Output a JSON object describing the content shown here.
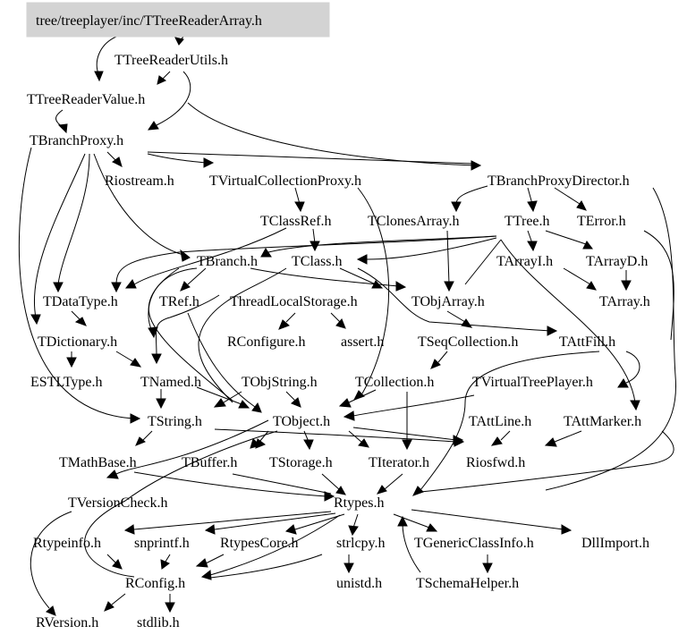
{
  "graph": {
    "root": "tree/treeplayer/inc/TTreeReaderArray.h",
    "nodes": {
      "root": "tree/treeplayer/inc/TTreeReaderArray.h",
      "treeReaderUtils": "TTreeReaderUtils.h",
      "treeReaderValue": "TTreeReaderValue.h",
      "branchProxy": "TBranchProxy.h",
      "riostream": "Riostream.h",
      "virtualCollectionProxy": "TVirtualCollectionProxy.h",
      "branchProxyDirector": "TBranchProxyDirector.h",
      "classRef": "TClassRef.h",
      "clonesArray": "TClonesArray.h",
      "tree": "TTree.h",
      "error": "TError.h",
      "branch": "TBranch.h",
      "class": "TClass.h",
      "arrayI": "TArrayI.h",
      "arrayD": "TArrayD.h",
      "dataType": "TDataType.h",
      "ref": "TRef.h",
      "threadLocalStorage": "ThreadLocalStorage.h",
      "objArray": "TObjArray.h",
      "array": "TArray.h",
      "dictionary": "TDictionary.h",
      "rconfigure": "RConfigure.h",
      "assert": "assert.h",
      "seqCollection": "TSeqCollection.h",
      "attFill": "TAttFill.h",
      "estlType": "ESTLType.h",
      "named": "TNamed.h",
      "objString": "TObjString.h",
      "collection": "TCollection.h",
      "virtualTreePlayer": "TVirtualTreePlayer.h",
      "string": "TString.h",
      "object": "TObject.h",
      "attLine": "TAttLine.h",
      "attMarker": "TAttMarker.h",
      "mathBase": "TMathBase.h",
      "buffer": "TBuffer.h",
      "storage": "TStorage.h",
      "iterator": "TIterator.h",
      "riosfwd": "Riosfwd.h",
      "versionCheck": "TVersionCheck.h",
      "rtypes": "Rtypes.h",
      "rtypeinfo": "Rtypeinfo.h",
      "snprintf": "snprintf.h",
      "rtypesCore": "RtypesCore.h",
      "strlcpy": "strlcpy.h",
      "genericClassInfo": "TGenericClassInfo.h",
      "dllImport": "DllImport.h",
      "rconfig": "RConfig.h",
      "unistd": "unistd.h",
      "schemaHelper": "TSchemaHelper.h",
      "rversion": "RVersion.h",
      "stdlib": "stdlib.h"
    }
  }
}
